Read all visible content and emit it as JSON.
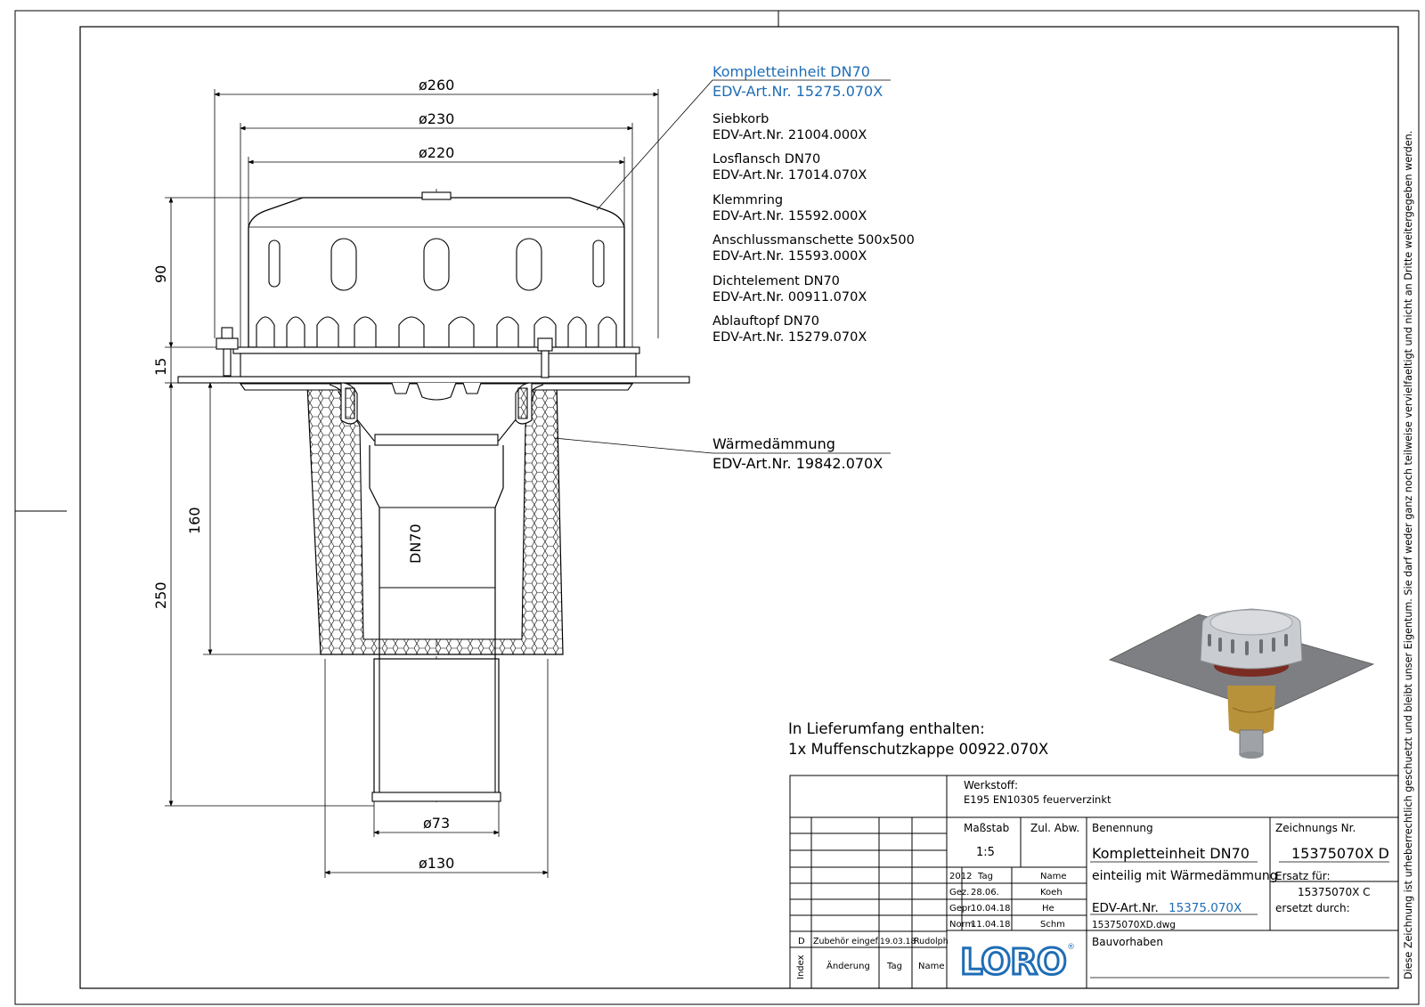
{
  "dims": {
    "d260": "ø260",
    "d230": "ø230",
    "d220": "ø220",
    "d73": "ø73",
    "d130": "ø130",
    "h90": "90",
    "h15": "15",
    "h160": "160",
    "h250": "250",
    "pipe": "DN70"
  },
  "parts": {
    "title": "Kompletteinheit DN70",
    "title_nr": "EDV-Art.Nr. 15275.070X",
    "items": [
      {
        "name": "Siebkorb",
        "nr": "EDV-Art.Nr. 21004.000X"
      },
      {
        "name": "Losflansch DN70",
        "nr": "EDV-Art.Nr. 17014.070X"
      },
      {
        "name": "Klemmring",
        "nr": "EDV-Art.Nr. 15592.000X"
      },
      {
        "name": "Anschlussmanschette 500x500",
        "nr": "EDV-Art.Nr. 15593.000X"
      },
      {
        "name": "Dichtelement DN70",
        "nr": "EDV-Art.Nr. 00911.070X"
      },
      {
        "name": "Ablauftopf DN70",
        "nr": "EDV-Art.Nr. 15279.070X"
      }
    ],
    "insulation": "Wärmedämmung",
    "insulation_nr": "EDV-Art.Nr. 19842.070X"
  },
  "scope": {
    "line1": "In Lieferumfang enthalten:",
    "line2": "1x Muffenschutzkappe 00922.070X"
  },
  "titleblock": {
    "werkstoff_label": "Werkstoff:",
    "werkstoff": "E195 EN10305 feuerverzinkt",
    "massstab_label": "Maßstab",
    "massstab": "1:5",
    "zul_abw": "Zul. Abw.",
    "benennung_label": "Benennung",
    "benennung": "Kompletteinheit DN70",
    "benennung2": "einteilig mit Wärmedämmung",
    "edv_label": "EDV-Art.Nr.",
    "edv_value": "15375.070X",
    "file": "15375070XD.dwg",
    "zeichnungs_label": "Zeichnungs Nr.",
    "zeichnungs_nr": "15375070X D",
    "ersatz_label": "Ersatz für:",
    "ersatz": "15375070X C",
    "ersetzt_label": "ersetzt durch:",
    "bauvorhaben": "Bauvorhaben",
    "year": "2012",
    "tag": "Tag",
    "name": "Name",
    "gez": "Gez.",
    "gez_date": "28.06.",
    "gez_name": "Koeh",
    "gepr": "Gepr.",
    "gepr_date": "10.04.18",
    "gepr_name": "He",
    "norm": "Norm.",
    "norm_date": "11.04.18",
    "norm_name": "Schm",
    "rev_index": "D",
    "rev_text": "Zubehör eingef.",
    "rev_date": "19.03.18",
    "rev_name": "Rudolph",
    "col_index": "Index",
    "col_aenderung": "Änderung",
    "col_tag": "Tag",
    "col_name": "Name",
    "logo": "LORO"
  },
  "side_note": "Diese Zeichnung ist urheberrechtlich geschuetzt und bleibt unser Eigentum. Sie darf weder ganz noch teilweise vervielfaeltigt und nicht an Dritte weitergegeben werden.",
  "colors": {
    "accent": "#1f6db5",
    "logo": "#1f6db5"
  }
}
